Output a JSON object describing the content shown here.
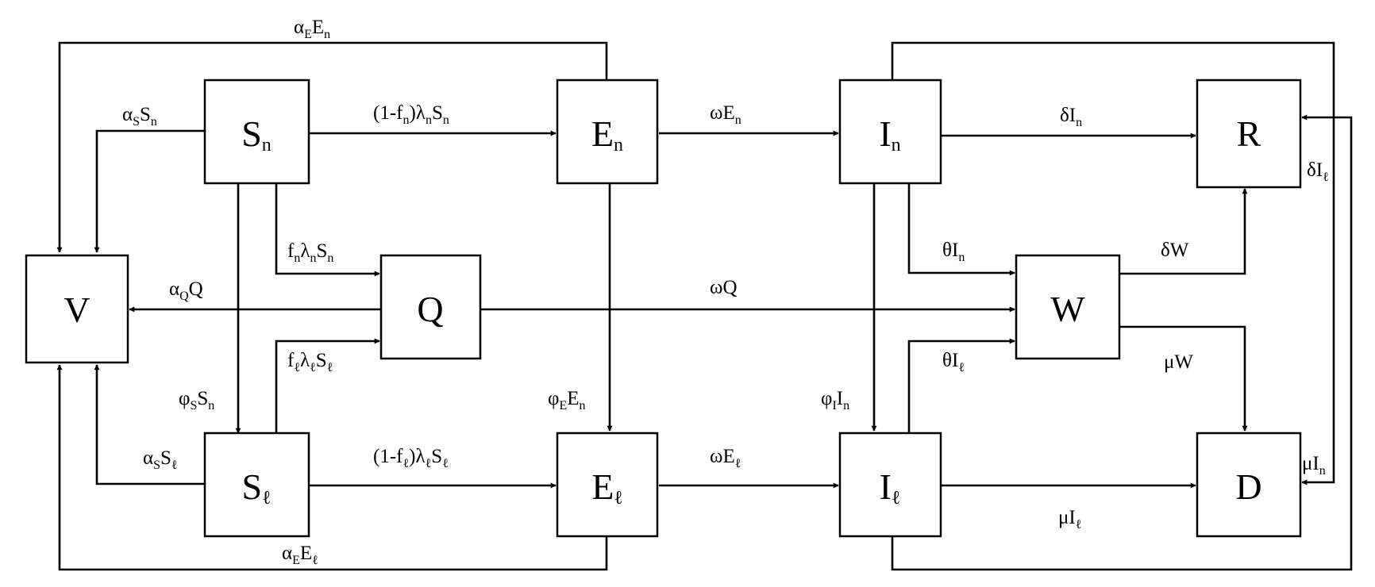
{
  "colors": {
    "stroke": "#000000",
    "background": "#ffffff",
    "text": "#000000"
  },
  "nodes": {
    "S_n": {
      "base": "S",
      "sub": "n"
    },
    "E_n": {
      "base": "E",
      "sub": "n"
    },
    "I_n": {
      "base": "I",
      "sub": "n"
    },
    "R": {
      "base": "R",
      "sub": ""
    },
    "V": {
      "base": "V",
      "sub": ""
    },
    "Q": {
      "base": "Q",
      "sub": ""
    },
    "W": {
      "base": "W",
      "sub": ""
    },
    "S_l": {
      "base": "S",
      "sub": "ℓ"
    },
    "E_l": {
      "base": "E",
      "sub": "ℓ"
    },
    "I_l": {
      "base": "I",
      "sub": "ℓ"
    },
    "D": {
      "base": "D",
      "sub": ""
    }
  },
  "edges": {
    "alphaE_En_top": [
      {
        "t": "α"
      },
      {
        "t": "E",
        "sub": true
      },
      {
        "t": "E"
      },
      {
        "t": "n",
        "sub": true
      }
    ],
    "alphaS_Sn": [
      {
        "t": "α"
      },
      {
        "t": "S",
        "sub": true
      },
      {
        "t": "S"
      },
      {
        "t": "n",
        "sub": true
      }
    ],
    "one_minus_fn": [
      {
        "t": "(1-f"
      },
      {
        "t": "n",
        "sub": true
      },
      {
        "t": ")λ"
      },
      {
        "t": "n",
        "sub": true
      },
      {
        "t": "S"
      },
      {
        "t": "n",
        "sub": true
      }
    ],
    "omega_En": [
      {
        "t": "ωE"
      },
      {
        "t": "n",
        "sub": true
      }
    ],
    "delta_In": [
      {
        "t": "δI"
      },
      {
        "t": "n",
        "sub": true
      }
    ],
    "delta_Il": [
      {
        "t": "δI"
      },
      {
        "t": "ℓ",
        "sub": true
      }
    ],
    "fn_lambda_Sn": [
      {
        "t": "f"
      },
      {
        "t": "n",
        "sub": true
      },
      {
        "t": "λ"
      },
      {
        "t": "n",
        "sub": true
      },
      {
        "t": "S"
      },
      {
        "t": "n",
        "sub": true
      }
    ],
    "alphaQ_Q": [
      {
        "t": "α"
      },
      {
        "t": "Q",
        "sub": true
      },
      {
        "t": "Q"
      }
    ],
    "omega_Q": [
      {
        "t": "ωQ"
      }
    ],
    "theta_In": [
      {
        "t": "θI"
      },
      {
        "t": "n",
        "sub": true
      }
    ],
    "delta_W": [
      {
        "t": "δW"
      }
    ],
    "fl_lambda_Sl": [
      {
        "t": "f"
      },
      {
        "t": "ℓ",
        "sub": true
      },
      {
        "t": "λ"
      },
      {
        "t": "ℓ",
        "sub": true
      },
      {
        "t": "S"
      },
      {
        "t": "ℓ",
        "sub": true
      }
    ],
    "theta_Il": [
      {
        "t": "θI"
      },
      {
        "t": "ℓ",
        "sub": true
      }
    ],
    "mu_W": [
      {
        "t": "μW"
      }
    ],
    "phiS_Sn": [
      {
        "t": "φ"
      },
      {
        "t": "S",
        "sub": true
      },
      {
        "t": "S"
      },
      {
        "t": "n",
        "sub": true
      }
    ],
    "phiE_En": [
      {
        "t": "φ"
      },
      {
        "t": "E",
        "sub": true
      },
      {
        "t": "E"
      },
      {
        "t": "n",
        "sub": true
      }
    ],
    "phiI_In": [
      {
        "t": "φ"
      },
      {
        "t": "I",
        "sub": true
      },
      {
        "t": "I"
      },
      {
        "t": "n",
        "sub": true
      }
    ],
    "alphaS_Sl": [
      {
        "t": "α"
      },
      {
        "t": "S",
        "sub": true
      },
      {
        "t": "S"
      },
      {
        "t": "ℓ",
        "sub": true
      }
    ],
    "one_minus_fl": [
      {
        "t": "(1-f"
      },
      {
        "t": "ℓ",
        "sub": true
      },
      {
        "t": ")λ"
      },
      {
        "t": "ℓ",
        "sub": true
      },
      {
        "t": "S"
      },
      {
        "t": "ℓ",
        "sub": true
      }
    ],
    "omega_El": [
      {
        "t": "ωE"
      },
      {
        "t": "ℓ",
        "sub": true
      }
    ],
    "mu_In": [
      {
        "t": "μI"
      },
      {
        "t": "n",
        "sub": true
      }
    ],
    "mu_Il": [
      {
        "t": "μI"
      },
      {
        "t": "ℓ",
        "sub": true
      }
    ],
    "alphaE_El_bottom": [
      {
        "t": "α"
      },
      {
        "t": "E",
        "sub": true
      },
      {
        "t": "E"
      },
      {
        "t": "ℓ",
        "sub": true
      }
    ]
  }
}
